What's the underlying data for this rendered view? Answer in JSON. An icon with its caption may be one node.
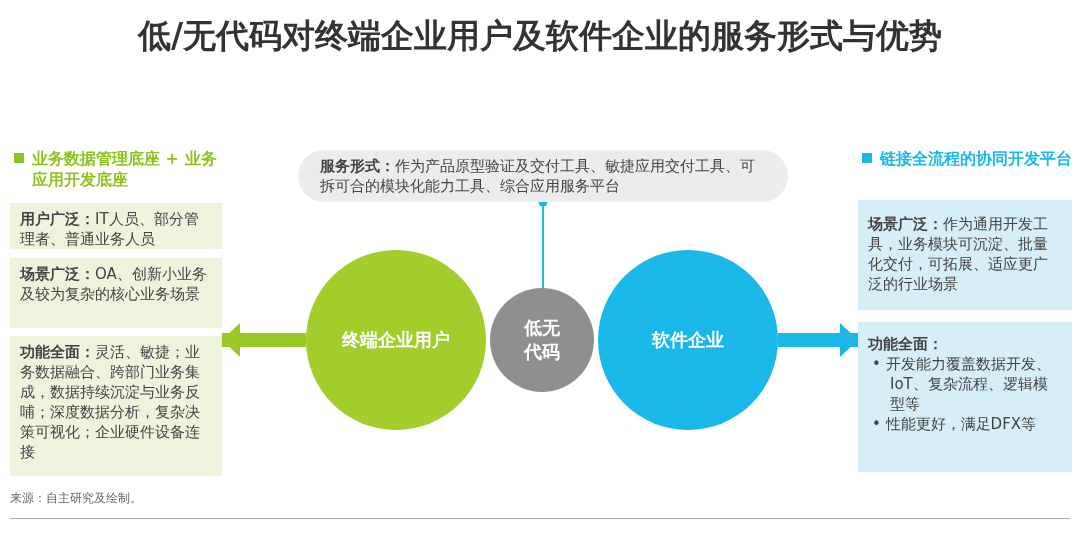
{
  "diagram": {
    "title": "低/无代码对终端企业用户及软件企业的服务形式与优势",
    "nodes": [
      {
        "text": [
          "业务数据管理底座 + 业务应用开发底座"
        ]
      },
      {
        "text": [
          "**用户广泛：**IT人员、部分管理者、普通业务人员"
        ]
      },
      {
        "text": [
          "**场景广泛：**OA、创新小业务及较为复杂的核心业务场景"
        ]
      },
      {
        "text": [
          "**功能全面：**灵活、敏捷；业务数据融合、跨部门业务集成，数据持续沉淀与业务反哺；深度数据分析，复杂决策可视化；企业硬件设备连接"
        ]
      },
      {
        "text": [
          "**服务形式：**作为产品原型验证及交付工具、敏捷应用交付工具、可拆可合的模块化能力工具、综合应用服务平台"
        ]
      },
      {
        "text": [
          "终端企业用户"
        ]
      },
      {
        "text": [
          "低无代码"
        ]
      },
      {
        "text": [
          "软件企业"
        ]
      },
      {
        "text": [
          "链接全流程的协同开发平台"
        ]
      },
      {
        "text": [
          "**场景广泛：**作为通用开发工具，业务模块可沉淀、批量化交付，可拓展、适应更广泛的行业场景"
        ]
      },
      {
        "text": [
          "功能全面：",
          "• 开发能力覆盖数据开发、IoT、复杂流程、逻辑模型等",
          "• 性能更好，满足DFX等"
        ]
      }
    ],
    "edges": [
      {
        "from": 4,
        "to": 6,
        "arrow": "other",
        "color": "#1ab8e8"
      },
      {
        "from": 5,
        "to": 3,
        "arrow": "to",
        "color": "#9dc928"
      },
      {
        "from": 7,
        "to": 10,
        "arrow": "to",
        "color": "#1ab8e8"
      }
    ],
    "labels": [
      "来源：自主研究及绘制。"
    ]
  }
}
